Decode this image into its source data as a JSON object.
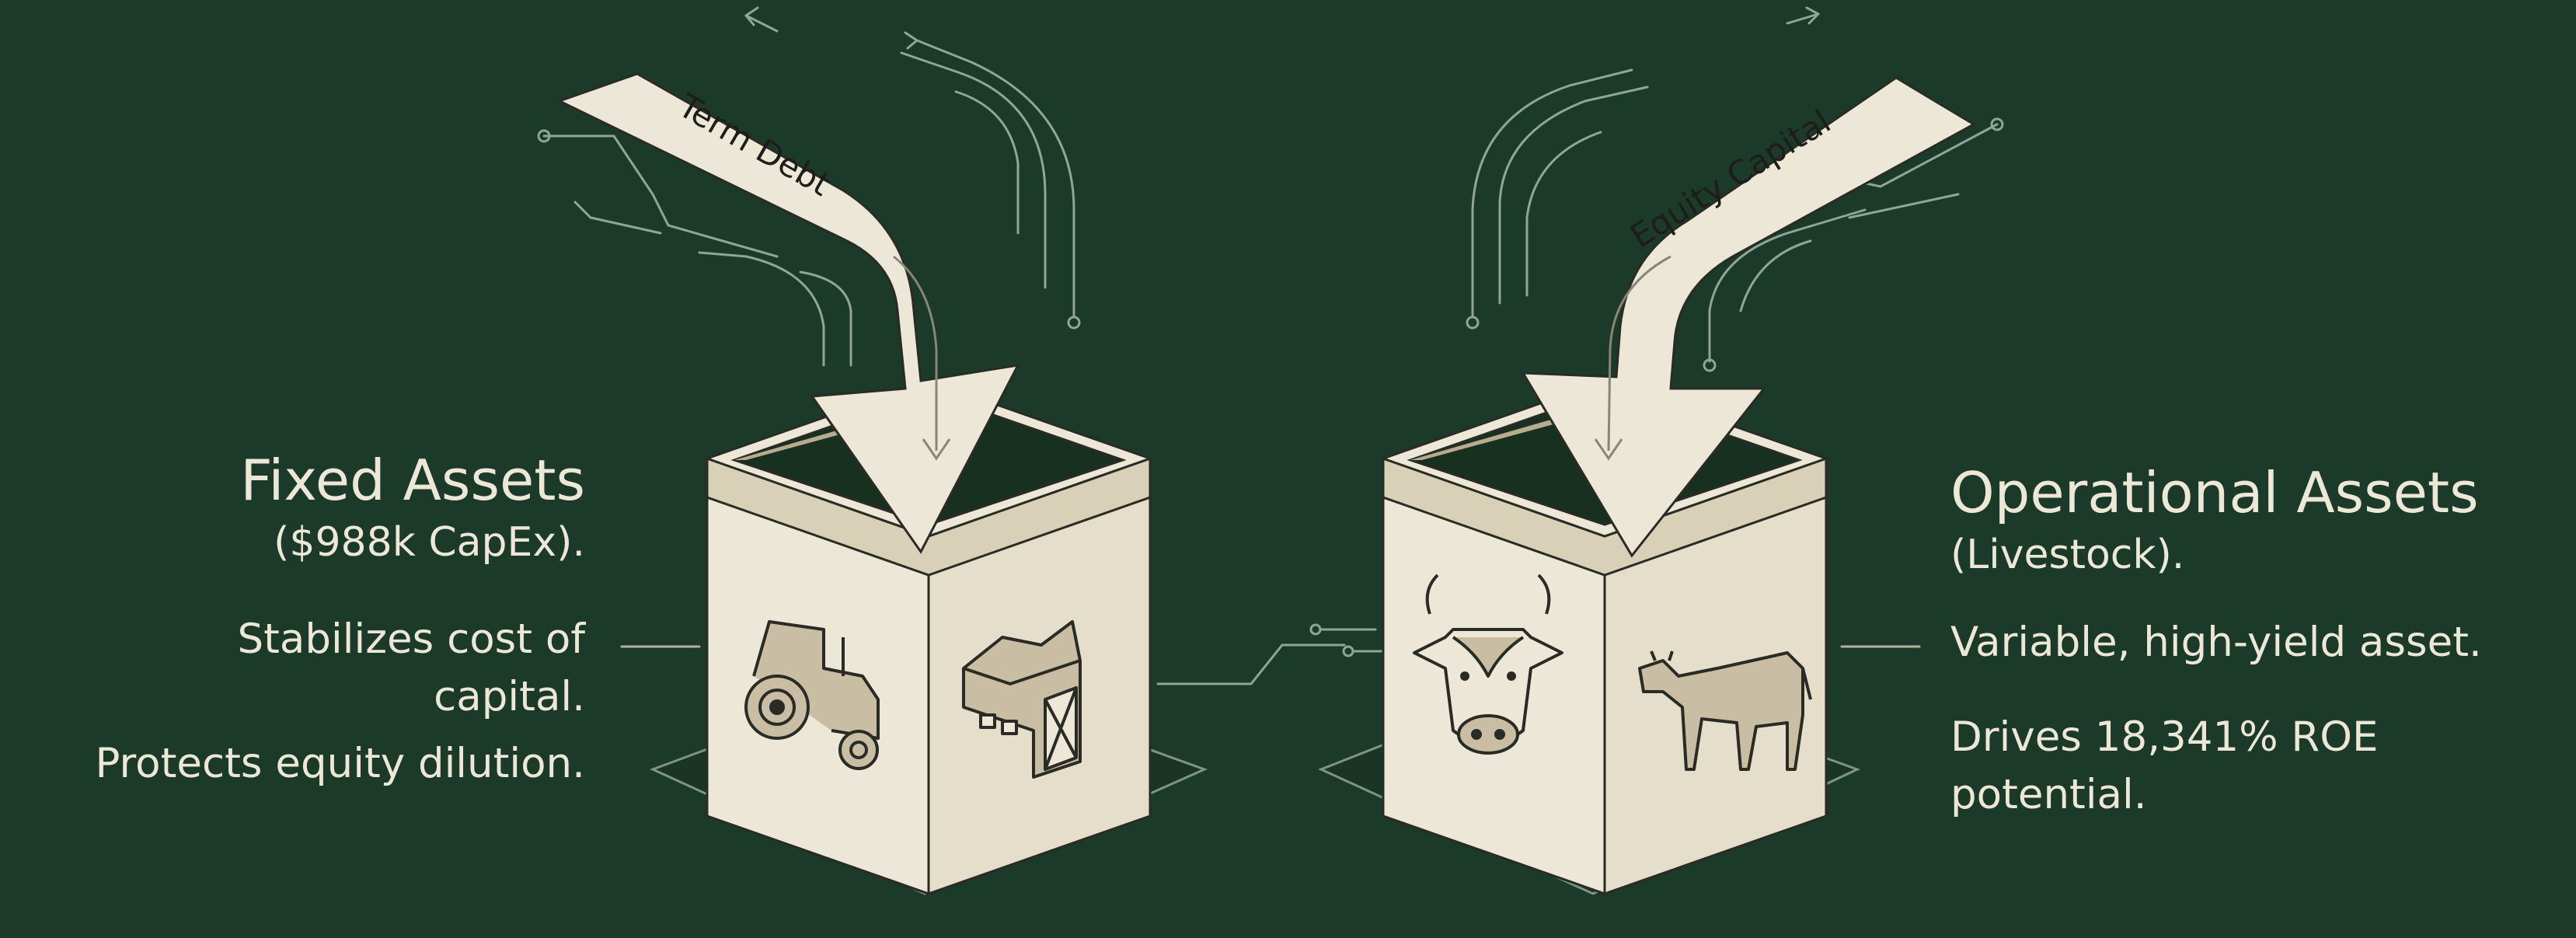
{
  "diagram": {
    "arrows": {
      "left_label": "Term Debt",
      "right_label": "Equity Capital"
    },
    "left_box": {
      "title": "Fixed Assets",
      "subtitle": "($988k CapEx).",
      "point1": "Stabilizes cost of capital.",
      "point2": "Protects equity dilution.",
      "icons": [
        "tractor-icon",
        "barn-icon"
      ]
    },
    "right_box": {
      "title": "Operational Assets",
      "subtitle": "(Livestock).",
      "point1": "Variable, high-yield asset.",
      "point2": "Drives 18,341% ROE potential.",
      "icons": [
        "cow-head-icon",
        "cow-icon"
      ]
    }
  },
  "colors": {
    "background": "#1c3a2a",
    "box_cream": "#ece7d6",
    "box_shade": "#d9d0b8",
    "accent_tan": "#b9ab8f",
    "line_light": "#8fa696",
    "text": "#ece7d6"
  }
}
